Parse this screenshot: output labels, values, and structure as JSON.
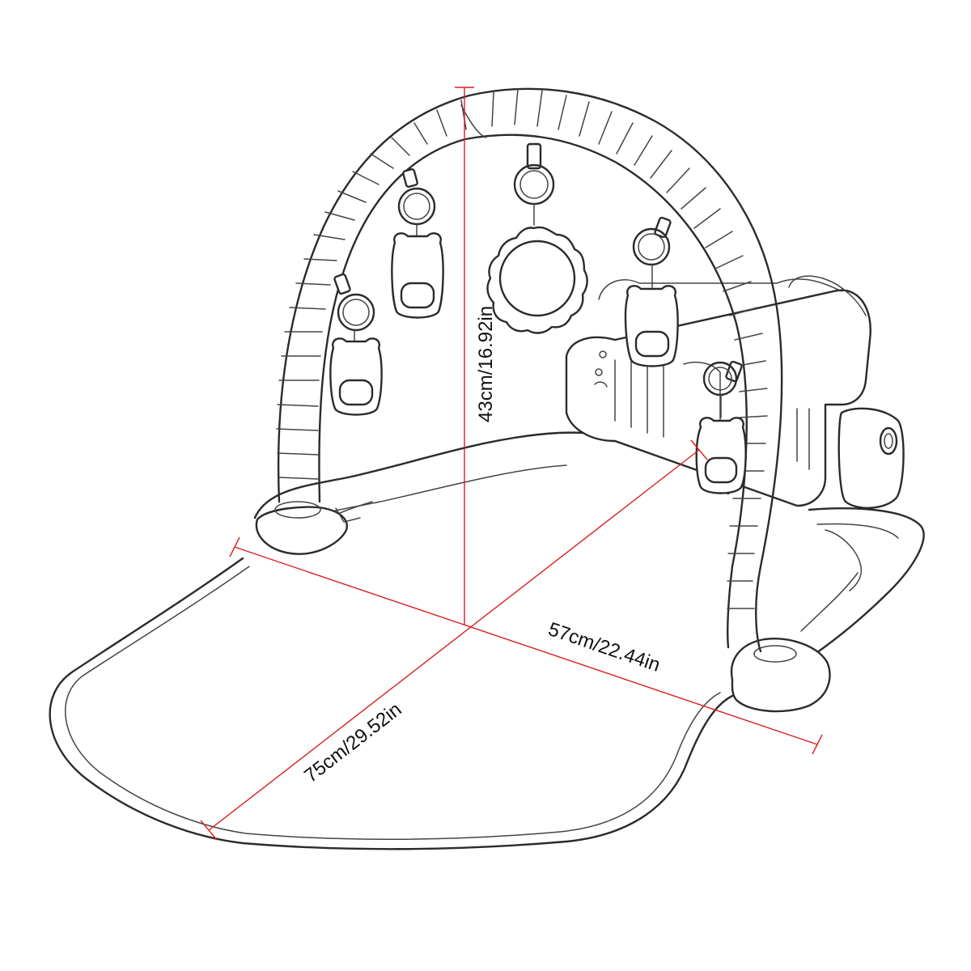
{
  "diagram": {
    "dimensions": {
      "height": "43cm/16.92in",
      "width": "57cm/22.44in",
      "length": "75cm/29.52in"
    },
    "colors": {
      "dimension_line": "#d81f1f",
      "outline": "#2b2b2b",
      "background": "#ffffff"
    }
  }
}
